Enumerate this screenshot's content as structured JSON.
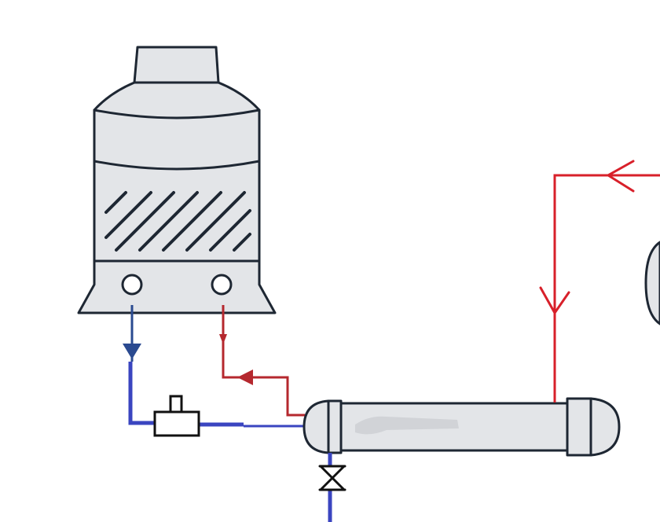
{
  "diagram": {
    "type": "cooling water loop schematic",
    "components": [
      {
        "id": "cooling-tower",
        "icon": "cooling-tower-icon"
      },
      {
        "id": "pump",
        "icon": "pump-icon"
      },
      {
        "id": "shell-and-tube-condenser",
        "icon": "heat-exchanger-icon"
      },
      {
        "id": "isolation-valve",
        "icon": "gate-valve-icon"
      },
      {
        "id": "chiller-edge",
        "icon": "compressor-icon"
      }
    ],
    "lines": [
      {
        "id": "cold-supply",
        "role": "cold water",
        "flow": "tower-to-pump"
      },
      {
        "id": "warm-return",
        "role": "warm water",
        "flow": "condenser-to-tower"
      },
      {
        "id": "refrigerant-in",
        "role": "hot refrigerant",
        "flow": "into-condenser"
      },
      {
        "id": "drain",
        "role": "cold water",
        "flow": "downward"
      }
    ]
  },
  "colors": {
    "cold_pipe": "#3a45c0",
    "cold_arrow": "#2a4a90",
    "warm_pipe": "#b5282e",
    "hot_pipe": "#d8202a",
    "equipment_fill": "#e3e5e8",
    "outline": "#1e2733"
  }
}
